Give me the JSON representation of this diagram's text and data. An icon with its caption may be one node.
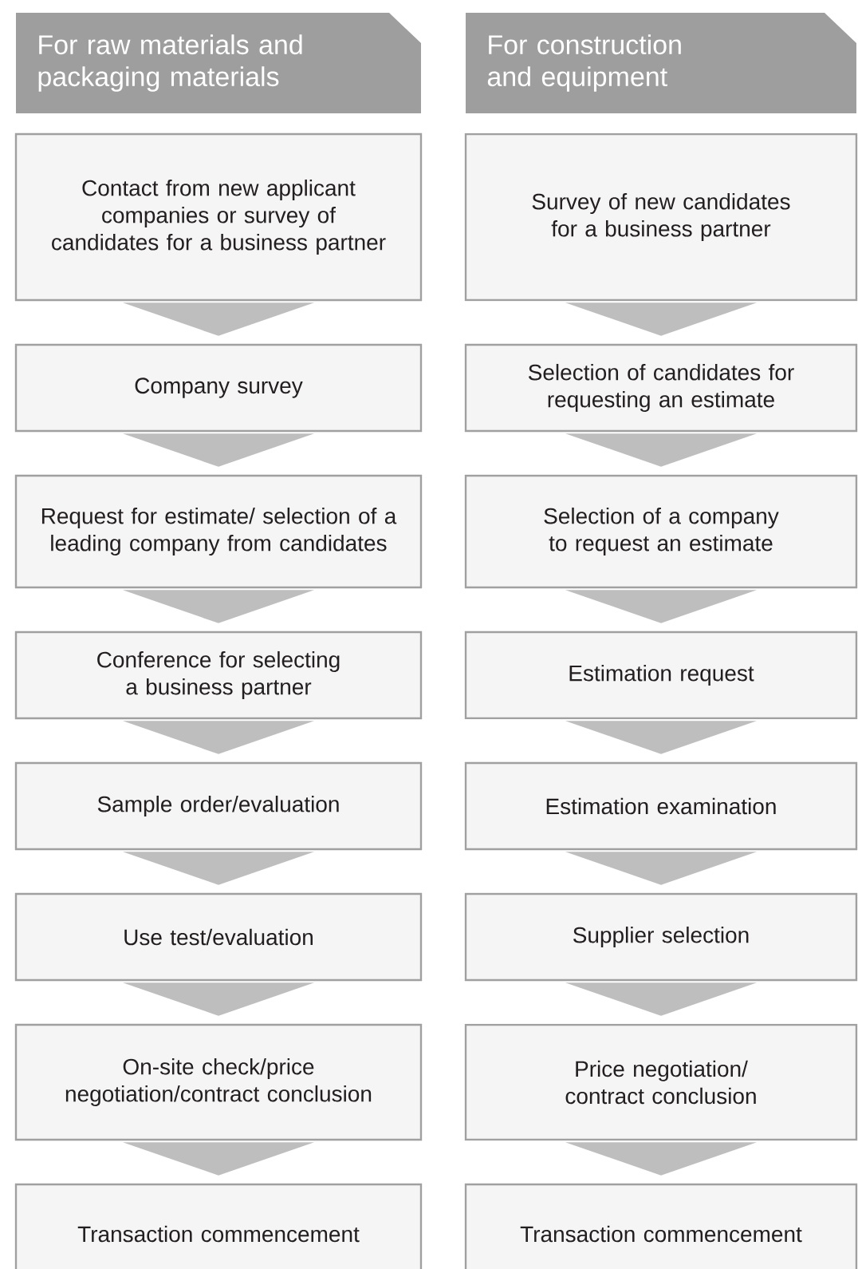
{
  "diagram": {
    "nodes": [
      {
        "text": [
          "For raw materials and packaging materials"
        ]
      },
      {
        "text": [
          "Contact from new applicant companies or survey of candidates for a business partner"
        ]
      },
      {
        "text": [
          "Company survey"
        ]
      },
      {
        "text": [
          "Request for estimate/ selection of a leading company from candidates"
        ]
      },
      {
        "text": [
          "Conference for selecting a business partner"
        ]
      },
      {
        "text": [
          "Sample order/evaluation"
        ]
      },
      {
        "text": [
          "Use test/evaluation"
        ]
      },
      {
        "text": [
          "On-site check/price negotiation/contract conclusion"
        ]
      },
      {
        "text": [
          "Transaction commencement"
        ]
      },
      {
        "text": [
          "For construction and equipment"
        ]
      },
      {
        "text": [
          "Survey of new candidates for a business partner"
        ]
      },
      {
        "text": [
          "Selection of candidates for requesting an estimate"
        ]
      },
      {
        "text": [
          "Selection of a company to request an estimate"
        ]
      },
      {
        "text": [
          "Estimation request"
        ]
      },
      {
        "text": [
          "Estimation examination"
        ]
      },
      {
        "text": [
          "Supplier selection"
        ]
      },
      {
        "text": [
          "Price negotiation/ contract conclusion"
        ]
      },
      {
        "text": [
          "Transaction commencement"
        ]
      }
    ],
    "edges": [
      {
        "from": 1,
        "to": 2,
        "arrow": "to"
      },
      {
        "from": 2,
        "to": 3,
        "arrow": "to"
      },
      {
        "from": 3,
        "to": 4,
        "arrow": "to"
      },
      {
        "from": 4,
        "to": 5,
        "arrow": "to"
      },
      {
        "from": 5,
        "to": 6,
        "arrow": "to"
      },
      {
        "from": 6,
        "to": 7,
        "arrow": "to"
      },
      {
        "from": 7,
        "to": 8,
        "arrow": "to"
      },
      {
        "from": 10,
        "to": 11,
        "arrow": "to"
      },
      {
        "from": 11,
        "to": 12,
        "arrow": "to"
      },
      {
        "from": 12,
        "to": 13,
        "arrow": "to"
      },
      {
        "from": 13,
        "to": 14,
        "arrow": "to"
      },
      {
        "from": 14,
        "to": 15,
        "arrow": "to"
      },
      {
        "from": 15,
        "to": 16,
        "arrow": "to"
      },
      {
        "from": 16,
        "to": 17,
        "arrow": "to"
      }
    ]
  }
}
